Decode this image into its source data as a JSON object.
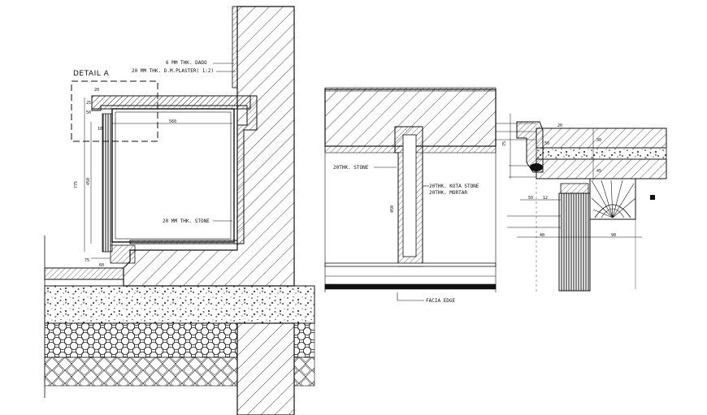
{
  "detail_a": {
    "title": "DETAIL A",
    "label_dado": "6 MM THK. DADO",
    "label_plaster": "20 MM THK. D.M.PLASTER( 1:2)",
    "label_stone": "20 MM THK. STONE",
    "dims": {
      "top_20": "20",
      "span_560": "560",
      "height_775": "775",
      "height_450": "450",
      "d_25": "25",
      "d_50": "50",
      "d_10": "10",
      "d_75": "75",
      "d_60": "60"
    }
  },
  "middle_section": {
    "label_stone": "20THK. STONE",
    "label_kota": "20THK. KOTA STONE",
    "label_mortar": "20THK. MORTAR",
    "label_facia": "FACIA EDGE",
    "dim_height": "450"
  },
  "right_section": {
    "dims": {
      "d_75": "75",
      "d_50": "50",
      "d_20": "20",
      "d_30": "30",
      "d_45": "45",
      "d_50b": "50",
      "d_12": "12",
      "d_40": "40",
      "d_90": "90"
    }
  },
  "colors": {
    "line": "#111111",
    "background": "#ffffff"
  }
}
